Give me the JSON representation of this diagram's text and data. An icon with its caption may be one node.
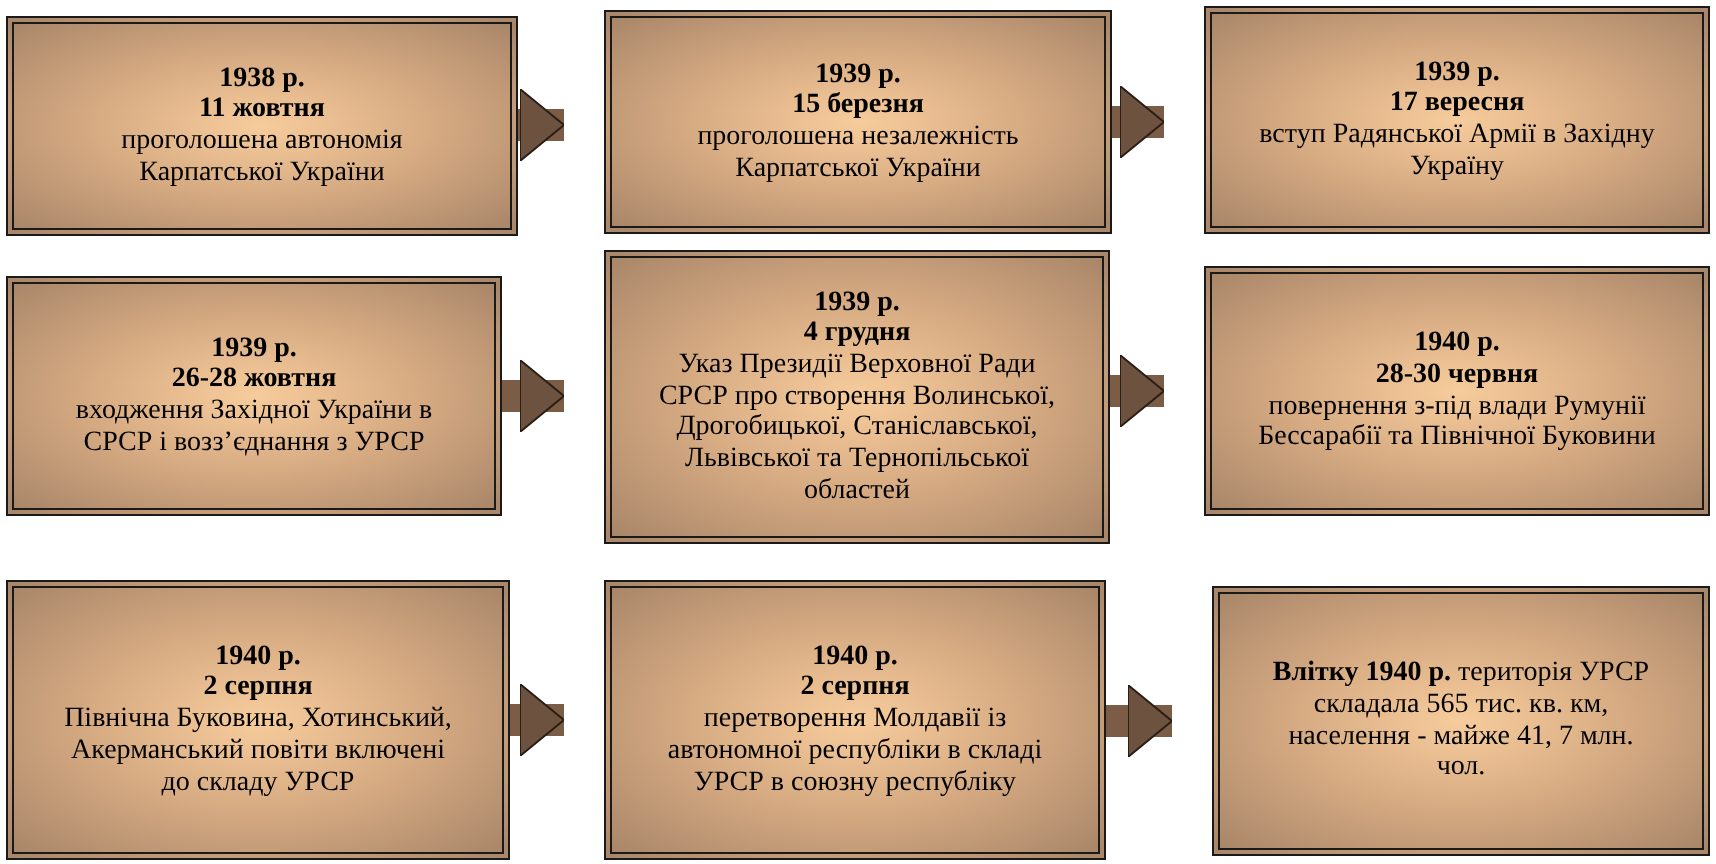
{
  "diagram": {
    "nodes": [
      {
        "text": [
          "1938 р.",
          "11 жовтня",
          "проголошена автономія Карпатської України"
        ]
      },
      {
        "text": [
          "1939 р.",
          "15 березня",
          "проголошена незалежність Карпатської України"
        ]
      },
      {
        "text": [
          "1939 р.",
          "17 вересня",
          "вступ Радянської Армії в Західну Україну"
        ]
      },
      {
        "text": [
          "1939 р.",
          "26-28 жовтня",
          "входження Західної України в СРСР і возз’єднання з УРСР"
        ]
      },
      {
        "text": [
          "1939 р.",
          "4 грудня",
          "Указ Президії Верховної Ради СРСР про створення Волинської, Дрогобицької, Станіславської, Львівської та Тернопільської областей"
        ]
      },
      {
        "text": [
          "1940 р.",
          "28-30 червня",
          "повернення з-під влади Румунії Бессарабії та Північної Буковини"
        ]
      },
      {
        "text": [
          "1940 р.",
          "2 серпня",
          "Північна Буковина, Хотинський, Акерманський повіти включені до складу УРСР"
        ]
      },
      {
        "text": [
          "1940 р.",
          "2 серпня",
          "перетворення Молдавії із автономної республіки в складі УРСР в союзну республіку"
        ]
      },
      {
        "text": [
          "**Влітку 1940 р.** територія УРСР складала 565 тис. кв. км, населення - майже 41, 7 млн. чол."
        ]
      }
    ],
    "edges": [
      {
        "from": 0,
        "to": 1,
        "arrow": "to"
      },
      {
        "from": 1,
        "to": 2,
        "arrow": "to"
      },
      {
        "from": 3,
        "to": 4,
        "arrow": "to"
      },
      {
        "from": 4,
        "to": 5,
        "arrow": "to"
      },
      {
        "from": 6,
        "to": 7,
        "arrow": "to"
      },
      {
        "from": 7,
        "to": 8,
        "arrow": "to"
      }
    ]
  }
}
